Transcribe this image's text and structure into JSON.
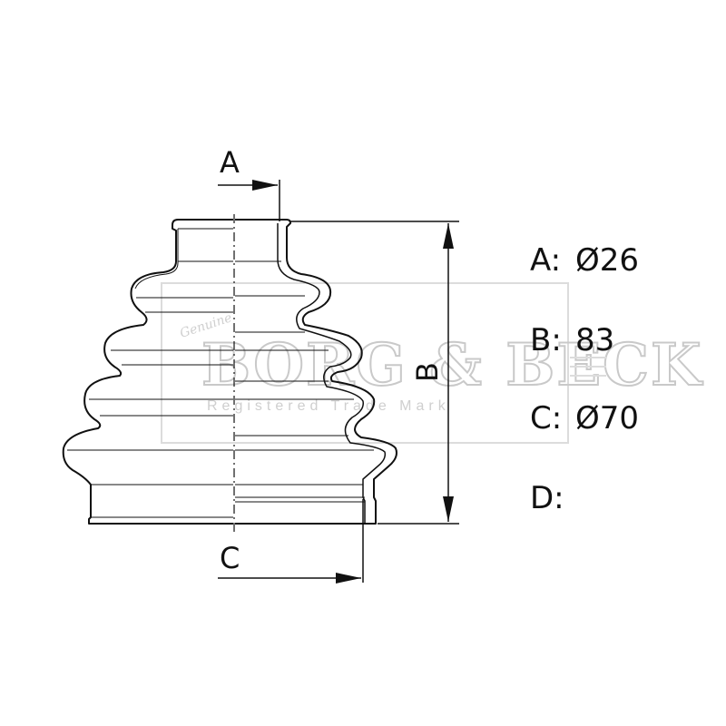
{
  "dimension_labels": {
    "a": "A",
    "b": "B",
    "c": "C"
  },
  "specs": [
    {
      "label": "A:",
      "value": "Ø26"
    },
    {
      "label": "B:",
      "value": "83"
    },
    {
      "label": "C:",
      "value": "Ø70"
    },
    {
      "label": "D:",
      "value": ""
    }
  ],
  "watermark": {
    "brand": "BORG & BECK",
    "script": "Genuine",
    "tagline": "Registered Trade Mark"
  },
  "colors": {
    "line": "#111111",
    "watermark": "#c9c9c9"
  }
}
